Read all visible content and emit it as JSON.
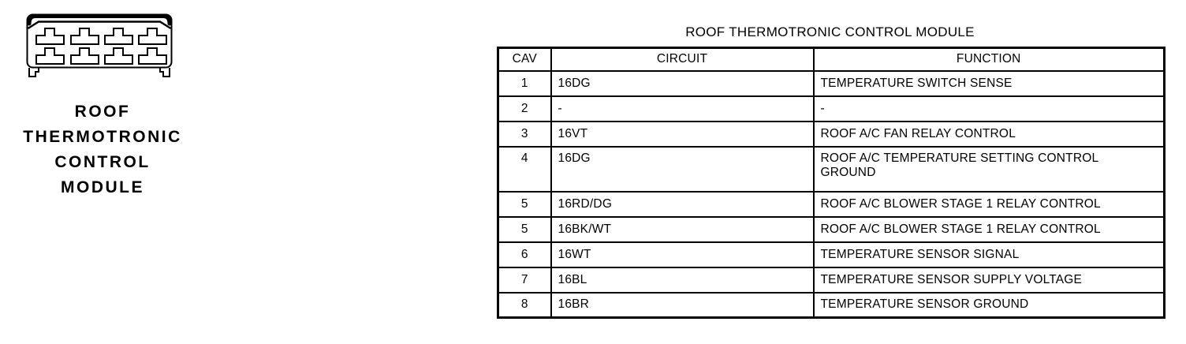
{
  "connector": {
    "icon": "connector-8-cavity-icon",
    "label_lines": [
      "ROOF",
      "THERMOTRONIC",
      "CONTROL",
      "MODULE"
    ]
  },
  "table": {
    "title": "ROOF THERMOTRONIC CONTROL MODULE",
    "columns": {
      "cav": "CAV",
      "circuit": "CIRCUIT",
      "function": "FUNCTION"
    },
    "rows": [
      {
        "cav": "1",
        "circuit": "16DG",
        "function": "TEMPERATURE SWITCH SENSE"
      },
      {
        "cav": "2",
        "circuit": "-",
        "function": "-"
      },
      {
        "cav": "3",
        "circuit": "16VT",
        "function": "ROOF A/C FAN RELAY CONTROL"
      },
      {
        "cav": "4",
        "circuit": "16DG",
        "function": "ROOF A/C TEMPERATURE SETTING CONTROL GROUND"
      },
      {
        "cav": "5",
        "circuit": "16RD/DG",
        "function": "ROOF A/C BLOWER STAGE 1 RELAY CONTROL"
      },
      {
        "cav": "5",
        "circuit": "16BK/WT",
        "function": "ROOF A/C BLOWER STAGE 1 RELAY CONTROL"
      },
      {
        "cav": "6",
        "circuit": "16WT",
        "function": "TEMPERATURE SENSOR SIGNAL"
      },
      {
        "cav": "7",
        "circuit": "16BL",
        "function": "TEMPERATURE SENSOR SUPPLY VOLTAGE"
      },
      {
        "cav": "8",
        "circuit": "16BR",
        "function": "TEMPERATURE SENSOR GROUND"
      }
    ]
  },
  "colors": {
    "ink": "#000000",
    "background": "#ffffff"
  }
}
